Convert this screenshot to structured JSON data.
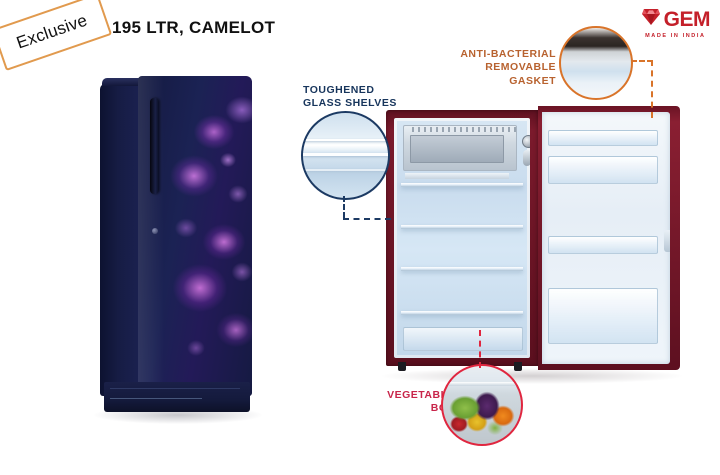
{
  "page": {
    "title": "195 LTR, CAMELOT",
    "badge": "Exclusive"
  },
  "brand": {
    "name": "GEM",
    "tagline": "MADE IN INDIA",
    "logo_icon": "diamond-icon",
    "color": "#c4202a"
  },
  "products": {
    "closed": {
      "name": "closed-refrigerator-camelot-blue",
      "finish": "Blue Camelot floral",
      "body_color": "#1b2150",
      "flower_color": "#c46edc"
    },
    "open": {
      "name": "open-refrigerator-maroon-interior",
      "body_color": "#7b1a2c",
      "interior_color": "#d6e7f5"
    }
  },
  "callouts": [
    {
      "id": "toughened-glass-shelves",
      "line1": "TOUGHENED",
      "line2": "GLASS SHELVES",
      "color": "#17355c",
      "circle_border": "#1c3a63"
    },
    {
      "id": "anti-bacterial-removable-gasket",
      "line1": "ANTI-BACTERIAL",
      "line2": "REMOVABLE GASKET",
      "color": "#b8622f",
      "circle_border": "#d9742a"
    },
    {
      "id": "vegetable-box",
      "line1": "VEGETABLE",
      "line2": "BOX",
      "color": "#c8254a",
      "circle_border": "#e0263f"
    }
  ]
}
